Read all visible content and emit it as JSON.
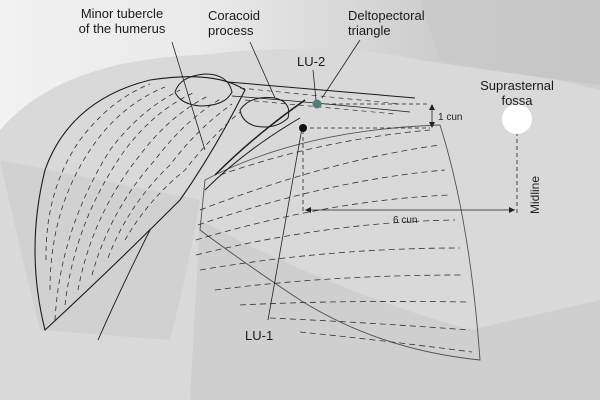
{
  "labels": {
    "minor_tubercle": [
      "Minor tubercle",
      "of the humerus"
    ],
    "coracoid": [
      "Coracoid",
      "process"
    ],
    "deltopectoral": [
      "Deltopectoral",
      "triangle"
    ],
    "suprasternal": [
      "Suprasternal",
      "fossa"
    ],
    "lu2": "LU-2",
    "lu1": "LU-1",
    "midline": "Midline"
  },
  "measurements": {
    "vertical": "1 cun",
    "horizontal": "6 cun"
  },
  "colors": {
    "lu2_point": "#4f7f78",
    "lu1_point": "#111111",
    "fossa_marker": "#ffffff"
  }
}
